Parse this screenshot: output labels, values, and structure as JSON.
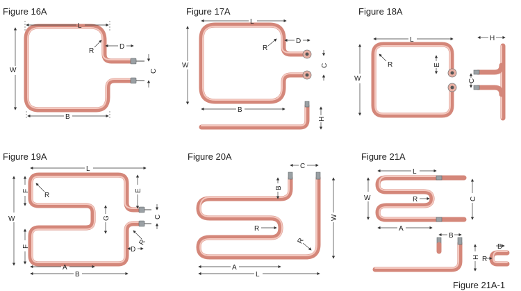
{
  "figures": {
    "f16": {
      "title": "Figure 16A",
      "L": "L",
      "W": "W",
      "D": "D",
      "R": "R",
      "C": "C",
      "B": "B"
    },
    "f17": {
      "title": "Figure 17A",
      "L": "L",
      "W": "W",
      "D": "D",
      "R": "R",
      "C": "C",
      "B": "B",
      "H": "H"
    },
    "f18": {
      "title": "Figure 18A",
      "L": "L",
      "W": "W",
      "R": "R",
      "E": "E",
      "H": "H",
      "C": "C"
    },
    "f19": {
      "title": "Figure 19A",
      "L": "L",
      "W": "W",
      "F1": "F",
      "F2": "F",
      "R": "R",
      "E": "E",
      "G": "G",
      "C": "C",
      "D": "D",
      "R2": "R",
      "A": "A",
      "B": "B"
    },
    "f20": {
      "title": "Figure 20A",
      "C": "C",
      "B": "B",
      "R1": "R",
      "R2": "R",
      "W": "W",
      "A": "A",
      "L": "L"
    },
    "f21": {
      "title": "Figure 21A",
      "L": "L",
      "W": "W",
      "R": "R",
      "C": "C",
      "A": "A",
      "B": "B",
      "H": "H",
      "B2": "B",
      "R2": "R"
    },
    "f21_1": {
      "title": "Figure 21A-1"
    }
  },
  "colors": {
    "tube": "#d4877a",
    "terminal": "#9aa0a4"
  }
}
